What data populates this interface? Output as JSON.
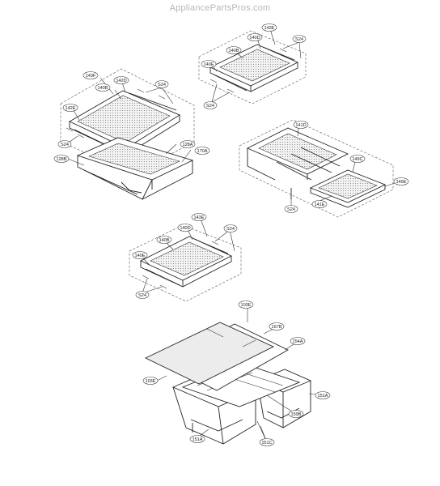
{
  "watermark": "AppliancePartsPros.com",
  "labels": {
    "shelf_a": {
      "l143F": "143F",
      "l142D": "142D",
      "l140B": "140B",
      "l142E": "142E",
      "s24a": "S24",
      "s24b": "S24",
      "l128A": "128A",
      "l170A": "170A",
      "l128B": "128B"
    },
    "shelf_b": {
      "l143E": "143E",
      "l140D": "140D",
      "s24a": "S24",
      "l140B": "140B",
      "l140E": "140E",
      "s24b": "S24"
    },
    "shelf_c": {
      "l141D": "141D",
      "l149C": "149C",
      "l149E": "149E",
      "l141E": "141E",
      "s24": "S24"
    },
    "shelf_d": {
      "l143E": "143E",
      "l140D": "140D",
      "s24a": "S24",
      "l140B": "140B",
      "l140E": "140E",
      "s24b": "S24"
    },
    "drawer": {
      "l103E_top": "103E",
      "l167B": "167B",
      "l154A": "154A",
      "l103E_left": "103E",
      "l151A_right": "151A",
      "l159B": "159B",
      "l151A_left": "151A",
      "l151C": "151C"
    }
  }
}
